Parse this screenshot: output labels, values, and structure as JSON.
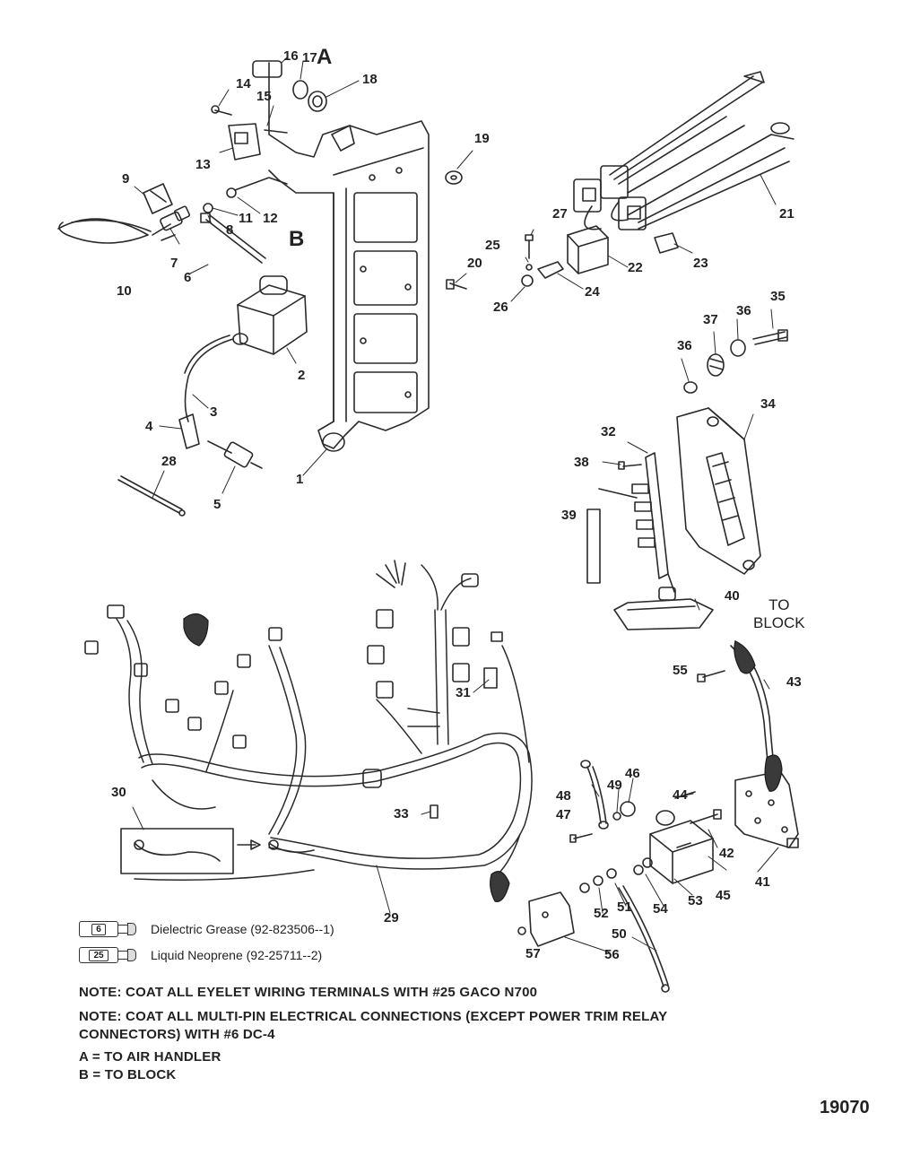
{
  "callouts": {
    "A": "A",
    "B": "B",
    "to_block": "TO\nBLOCK",
    "n1": "1",
    "n2": "2",
    "n3": "3",
    "n4": "4",
    "n5": "5",
    "n6": "6",
    "n7": "7",
    "n8": "8",
    "n9": "9",
    "n10": "10",
    "n11": "11",
    "n12": "12",
    "n13": "13",
    "n14": "14",
    "n15": "15",
    "n16": "16",
    "n17": "17",
    "n18": "18",
    "n19": "19",
    "n20": "20",
    "n21": "21",
    "n22": "22",
    "n23": "23",
    "n24": "24",
    "n25": "25",
    "n26": "26",
    "n27": "27",
    "n28": "28",
    "n29": "29",
    "n30": "30",
    "n31": "31",
    "n32": "32",
    "n33": "33",
    "n34": "34",
    "n35": "35",
    "n36": "36",
    "n37": "37",
    "n38": "38",
    "n39": "39",
    "n40": "40",
    "n41": "41",
    "n42": "42",
    "n43": "43",
    "n44": "44",
    "n45": "45",
    "n46": "46",
    "n47": "47",
    "n48": "48",
    "n49": "49",
    "n50": "50",
    "n51": "51",
    "n52": "52",
    "n53": "53",
    "n54": "54",
    "n55": "55",
    "n56": "56",
    "n57": "57"
  },
  "legend": {
    "grease_num": "6",
    "grease_text": "Dielectric Grease (92-823506--1)",
    "neoprene_num": "25",
    "neoprene_text": "Liquid Neoprene (92-25711--2)"
  },
  "notes": {
    "note1": "NOTE: COAT ALL EYELET WIRING TERMINALS WITH #25 GACO N700",
    "note2": "NOTE: COAT ALL MULTI-PIN ELECTRICAL CONNECTIONS (EXCEPT POWER TRIM RELAY CONNECTORS) WITH #6 DC-4",
    "a_line": "A = TO AIR HANDLER",
    "b_line": "B = TO BLOCK"
  },
  "figure_id": "19070",
  "colors": {
    "ink": "#222222",
    "paper": "#ffffff",
    "shade": "#555555"
  }
}
